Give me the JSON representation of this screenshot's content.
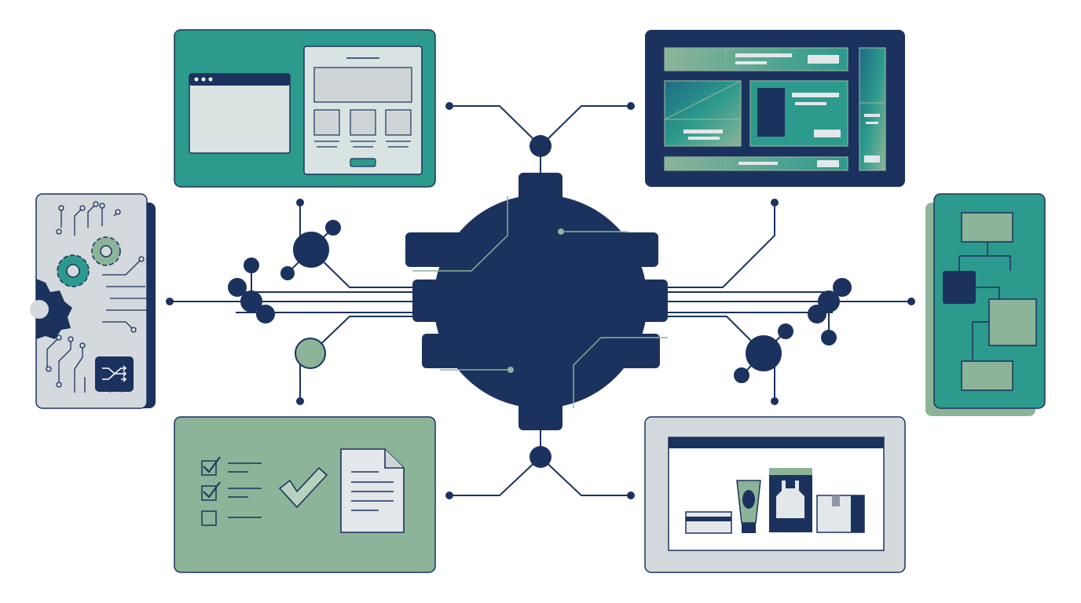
{
  "colors": {
    "navy": "#1c325e",
    "teal": "#2c9a8c",
    "sage": "#8cb499",
    "light_gray": "#d3d9dc",
    "mid_gray": "#e3e7ea",
    "white": "#ffffff",
    "pale_green": "#b7d1bf",
    "line": "#1c325e"
  },
  "hub": {
    "shape": "circuit-chip-hub"
  },
  "panels": [
    {
      "id": "panel-web-layout",
      "icon": "browser-wireframe-icon"
    },
    {
      "id": "panel-dashboard",
      "icon": "dashboard-layout-icon"
    },
    {
      "id": "panel-circuit-gears",
      "icon": "gears-circuit-icon"
    },
    {
      "id": "panel-flowchart",
      "icon": "flowchart-icon"
    },
    {
      "id": "panel-checklist",
      "icon": "checklist-document-icon"
    },
    {
      "id": "panel-products",
      "icon": "product-catalog-icon"
    }
  ]
}
